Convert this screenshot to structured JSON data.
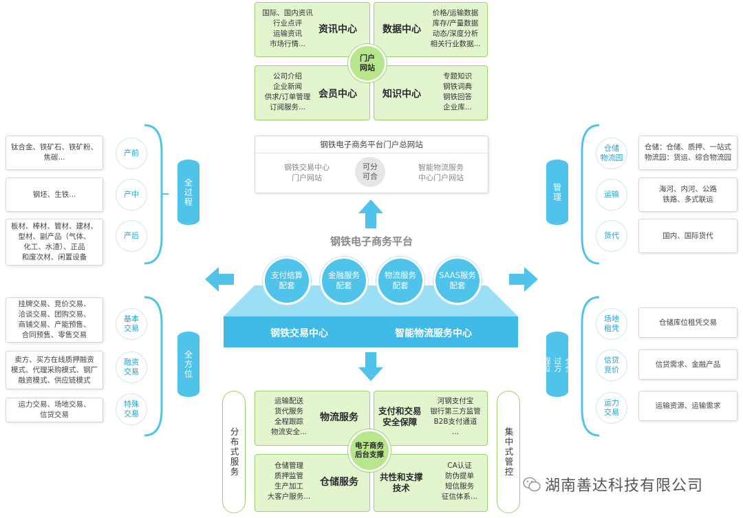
{
  "portal": {
    "center": "门户\n网站",
    "tl": {
      "title": "资讯中心",
      "lines": [
        "国际、国内资讯",
        "行业点评",
        "运输资讯",
        "市场行情..."
      ]
    },
    "tr": {
      "title": "数据中心",
      "lines": [
        "价格/运输数据",
        "库存/产量数据",
        "动态/深度分析",
        "相关行业数据..."
      ]
    },
    "bl": {
      "title": "会员中心",
      "lines": [
        "公司介绍",
        "企业新闻",
        "供求/订单管理",
        "订阅服务..."
      ]
    },
    "br": {
      "title": "知识中心",
      "lines": [
        "专题知识",
        "钢铁词典",
        "钢铁回答",
        "企业库..."
      ]
    }
  },
  "main_site": {
    "title": "钢铁电子商务平台门户总网站",
    "left": "钢铁交易中心\n门户网站",
    "center": "可分\n可合",
    "right": "智能物流服务\n中心门户网站"
  },
  "platform": {
    "title": "钢铁电子商务平台",
    "services": [
      "支付结算\n配套",
      "金融服务\n配套",
      "物流服务\n配套",
      "SAAS服务\n配套"
    ],
    "left_center": "钢铁交易中心",
    "right_center": "智能物流服务中心"
  },
  "left_top": {
    "cylinder": "全过程",
    "items": [
      {
        "label": "产前",
        "text": "钛合金、铁矿石、铁矿粉、\n焦碳..."
      },
      {
        "label": "产中",
        "text": "钢坯、生铁..."
      },
      {
        "label": "产后",
        "text": "板材、棒材、管材、建材、\n型材、副产品（气体、\n化工、水渣）、正品\n和废次材、闲置设备"
      }
    ]
  },
  "left_bottom": {
    "cylinder": "全方位",
    "items": [
      {
        "label": "基本\n交易",
        "text": "挂牌交易、竞价交易、\n洽谈交易、团购交易、\n商铺交易、产能预售、\n合同预售、零售交易"
      },
      {
        "label": "融资\n交易",
        "text": "卖方、买方在线质押融资\n模式、代理采购模式、钢厂\n融资模式、供应链模式"
      },
      {
        "label": "特殊\n交易",
        "text": "运力交易、场地交易、\n信贷交易"
      }
    ]
  },
  "right_top": {
    "cylinder": "管理",
    "items": [
      {
        "label": "仓储\n物流园",
        "text": "仓储：仓储、质押、一站式\n物流园：货运、综合物流园"
      },
      {
        "label": "运输",
        "text": "海河、内河、公路\n铁路、多式联运"
      },
      {
        "label": "货代",
        "text": "国内、国际货代"
      }
    ]
  },
  "right_bottom": {
    "cylinder": "全全\n过方\n程位",
    "items": [
      {
        "label": "场地\n租凭",
        "text": "仓储库位租凭交易"
      },
      {
        "label": "信贷\n竞价",
        "text": "信贷需求、金融产品"
      },
      {
        "label": "运力\n交易",
        "text": "运输资源、运输需求"
      }
    ]
  },
  "backend": {
    "center": "电子商务\n后台支撑",
    "left_pill": "分布式服务",
    "right_pill": "集中式管控",
    "tl": {
      "title": "物流服务",
      "lines": [
        "运输配送",
        "货代服务",
        "全程跟踪",
        "物流安全..."
      ]
    },
    "tr": {
      "title": "支付和交易\n安全保障",
      "lines": [
        "河钢支付宝",
        "银行第三方监管",
        "B2B支付通道",
        "..."
      ]
    },
    "bl": {
      "title": "仓储服务",
      "lines": [
        "仓储管理",
        "质押监管",
        "生产加工",
        "大客户服务..."
      ]
    },
    "br": {
      "title": "共性和支撑\n技术",
      "lines": [
        "CA认证",
        "防伪提单",
        "短信服务",
        "征信体系..."
      ]
    }
  },
  "watermark": "湖南善达科技有限公司",
  "colors": {
    "green_fill": "#e3f5cf",
    "green_border": "#9bd36b",
    "blue": "#4fc3ea",
    "blue_text": "#1ea4d6"
  }
}
